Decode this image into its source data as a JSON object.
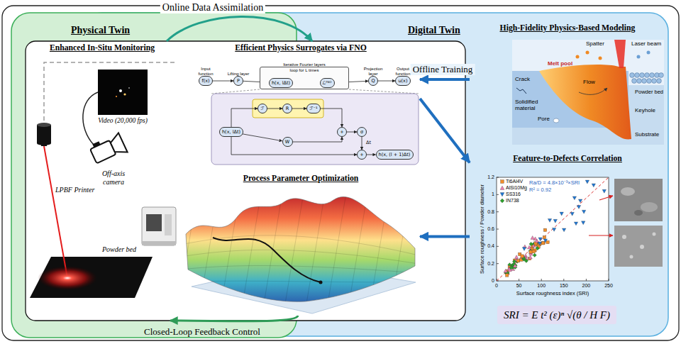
{
  "diagram": {
    "nodes": [
      {
        "text": [
          "Physical Twin"
        ]
      },
      {
        "text": [
          "Digital Twin"
        ]
      },
      {
        "text": [
          "Enhanced In-Situ Monitoring"
        ],
        "in": 0
      },
      {
        "text": [
          "Efficient Physics Surrogates via FNO"
        ],
        "in": 1
      },
      {
        "text": [
          "Input function",
          "f(x)"
        ],
        "in": 3
      },
      {
        "text": [
          "Lifting layer",
          "P"
        ],
        "in": 3
      },
      {
        "text": [
          "Iterative Fourier layers",
          "loop for L times"
        ],
        "in": 3
      },
      {
        "text": [
          "h(x, lΔt)"
        ],
        "in": 6
      },
      {
        "text": [
          "ℒᶠᴺᴼ"
        ],
        "in": 6
      },
      {
        "text": [
          "Projection layer",
          "Q"
        ],
        "in": 3
      },
      {
        "text": [
          "Output function",
          "u(x)"
        ],
        "in": 3
      },
      {
        "text": [
          "h(x, lΔt)"
        ],
        "in": 3
      },
      {
        "text": [
          "ℱ"
        ],
        "in": 3
      },
      {
        "text": [
          "R"
        ],
        "in": 3
      },
      {
        "text": [
          "ℱ⁻¹"
        ],
        "in": 3
      },
      {
        "text": [
          "W"
        ],
        "in": 3
      },
      {
        "text": [
          "+"
        ],
        "in": 3
      },
      {
        "text": [
          "σ"
        ],
        "in": 3
      },
      {
        "text": [
          "+"
        ],
        "in": 3
      },
      {
        "text": [
          "h(x, (l + 1)Δt)"
        ],
        "in": 3
      },
      {
        "text": [
          "Process Parameter Optimization"
        ],
        "in": 1
      },
      {
        "text": [
          "High-Fidelity Physics-Based Modeling"
        ],
        "in": 1
      },
      {
        "text": [
          "Feature-to-Defects Correlation"
        ],
        "in": 1
      },
      {
        "text": [
          "SRI = E t² (ε)ⁿ √(θ / H F)"
        ],
        "in": 22
      }
    ],
    "edges": [
      {
        "from": 2,
        "to": 3,
        "label": "Online Data Assimilation",
        "arrow": "to"
      },
      {
        "from": 21,
        "to": 3,
        "label": "Offline Training",
        "arrow": "to"
      },
      {
        "from": 3,
        "to": 22,
        "arrow": "to"
      },
      {
        "from": 22,
        "to": 20,
        "arrow": "to"
      },
      {
        "from": 20,
        "to": 2,
        "label": "Closed-Loop Feedback Control",
        "arrow": "to"
      },
      {
        "from": 4,
        "to": 5,
        "arrow": "to"
      },
      {
        "from": 5,
        "to": 7,
        "arrow": "to"
      },
      {
        "from": 7,
        "to": 8,
        "arrow": "to"
      },
      {
        "from": 8,
        "to": 9,
        "arrow": "to"
      },
      {
        "from": 9,
        "to": 10,
        "arrow": "to"
      },
      {
        "from": 11,
        "to": 12,
        "arrow": "to"
      },
      {
        "from": 12,
        "to": 13,
        "arrow": "to"
      },
      {
        "from": 13,
        "to": 14,
        "arrow": "to"
      },
      {
        "from": 14,
        "to": 16,
        "arrow": "to"
      },
      {
        "from": 11,
        "to": 15,
        "arrow": "to"
      },
      {
        "from": 15,
        "to": 16,
        "arrow": "to"
      },
      {
        "from": 16,
        "to": 17,
        "arrow": "to"
      },
      {
        "from": 17,
        "to": 18,
        "arrow": "to"
      },
      {
        "from": 18,
        "to": 19,
        "arrow": "to"
      },
      {
        "from": 11,
        "to": 18,
        "arrow": "to"
      }
    ],
    "labels": [
      "Video (20,000 fps)",
      "Off-axis camera",
      "LPBF Printer",
      "Powder bed",
      "Spatter",
      "Laser beam",
      "Melt pool",
      "Flow",
      "Crack",
      "Solidified material",
      "Pore",
      "Powder bed",
      "Keyhole",
      "Substrate",
      "Δt",
      "Ra/D = 4.8×10⁻³×SRI",
      "R² = 0.92",
      "Surface roughness / Powder diameter",
      "Surface roughness index (SRI)",
      "0",
      "0.2",
      "0.4",
      "0.6",
      "0.8",
      "1",
      "1.2",
      "0",
      "50",
      "100",
      "150",
      "200",
      "250"
    ],
    "legend": [
      {
        "text": "Ti6Al4V"
      },
      {
        "text": "AlSi10Mg"
      },
      {
        "text": "SS316"
      },
      {
        "text": "IN738"
      }
    ]
  }
}
